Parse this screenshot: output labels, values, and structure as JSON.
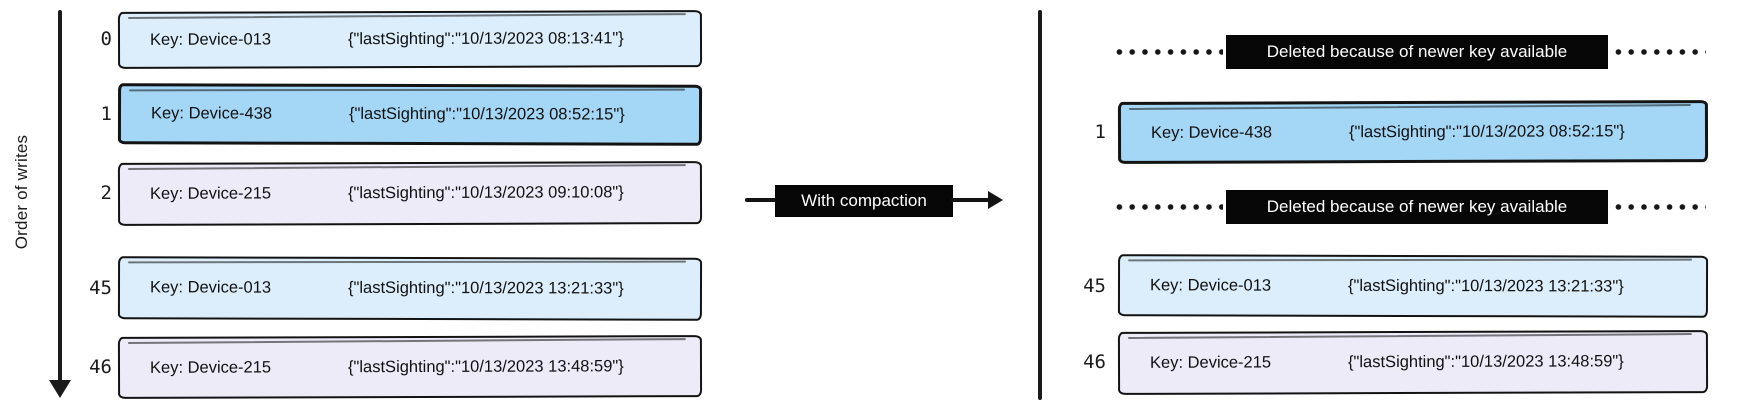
{
  "diagram": {
    "axis_label": "Order of writes",
    "connector_label": "With compaction",
    "deleted_label": "Deleted because of newer key available"
  },
  "left": {
    "rows": [
      {
        "index": "0",
        "key": "Key: Device-013",
        "value": "{\"lastSighting\":\"10/13/2023 08:13:41\"}",
        "color": "#dceefb"
      },
      {
        "index": "1",
        "key": "Key: Device-438",
        "value": "{\"lastSighting\":\"10/13/2023 08:52:15\"}",
        "color": "#a4d7f6"
      },
      {
        "index": "2",
        "key": "Key: Device-215",
        "value": "{\"lastSighting\":\"10/13/2023 09:10:08\"}",
        "color": "#eeebf8"
      },
      {
        "index": "45",
        "key": "Key: Device-013",
        "value": "{\"lastSighting\":\"10/13/2023 13:21:33\"}",
        "color": "#dceefb"
      },
      {
        "index": "46",
        "key": "Key: Device-215",
        "value": "{\"lastSighting\":\"10/13/2023 13:48:59\"}",
        "color": "#eeebf8"
      }
    ]
  },
  "right": {
    "rows": [
      {
        "index": "1",
        "key": "Key: Device-438",
        "value": "{\"lastSighting\":\"10/13/2023 08:52:15\"}",
        "color": "#a4d7f6"
      },
      {
        "index": "45",
        "key": "Key: Device-013",
        "value": "{\"lastSighting\":\"10/13/2023 13:21:33\"}",
        "color": "#dceefb"
      },
      {
        "index": "46",
        "key": "Key: Device-215",
        "value": "{\"lastSighting\":\"10/13/2023 13:48:59\"}",
        "color": "#eeebf8"
      }
    ],
    "deleted_rows": [
      {
        "label": "Deleted because of newer key available"
      },
      {
        "label": "Deleted because of newer key available"
      }
    ]
  },
  "colors": {
    "record_lightblue": "#dceefb",
    "record_blue": "#a4d7f6",
    "record_lavender": "#eeebf8",
    "badge_bg": "#060606",
    "badge_text": "#ffffff",
    "stroke": "#131313"
  }
}
